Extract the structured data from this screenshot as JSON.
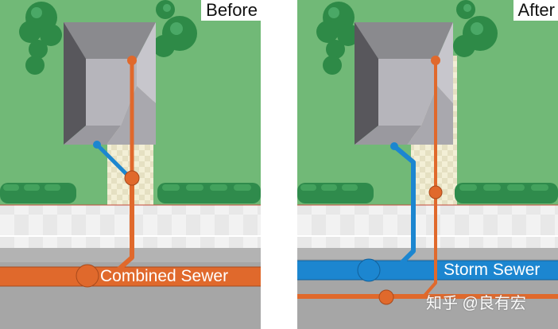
{
  "panels": {
    "before": {
      "title": "Before",
      "pipe_label": "Combined Sewer"
    },
    "after": {
      "title": "After",
      "pipe_label": "Storm Sewer"
    }
  },
  "watermark": "知乎 @良有宏",
  "colors": {
    "lawn": "#71b977",
    "tree": "#2e8a47",
    "hedge": "#2f8b4c",
    "sidewalk": "#e6e6e6",
    "road": "#a6a6a6",
    "combined_sewer": "#e0692c",
    "storm_sewer": "#1c86d0",
    "sanitary_sewer": "#e0692c"
  }
}
